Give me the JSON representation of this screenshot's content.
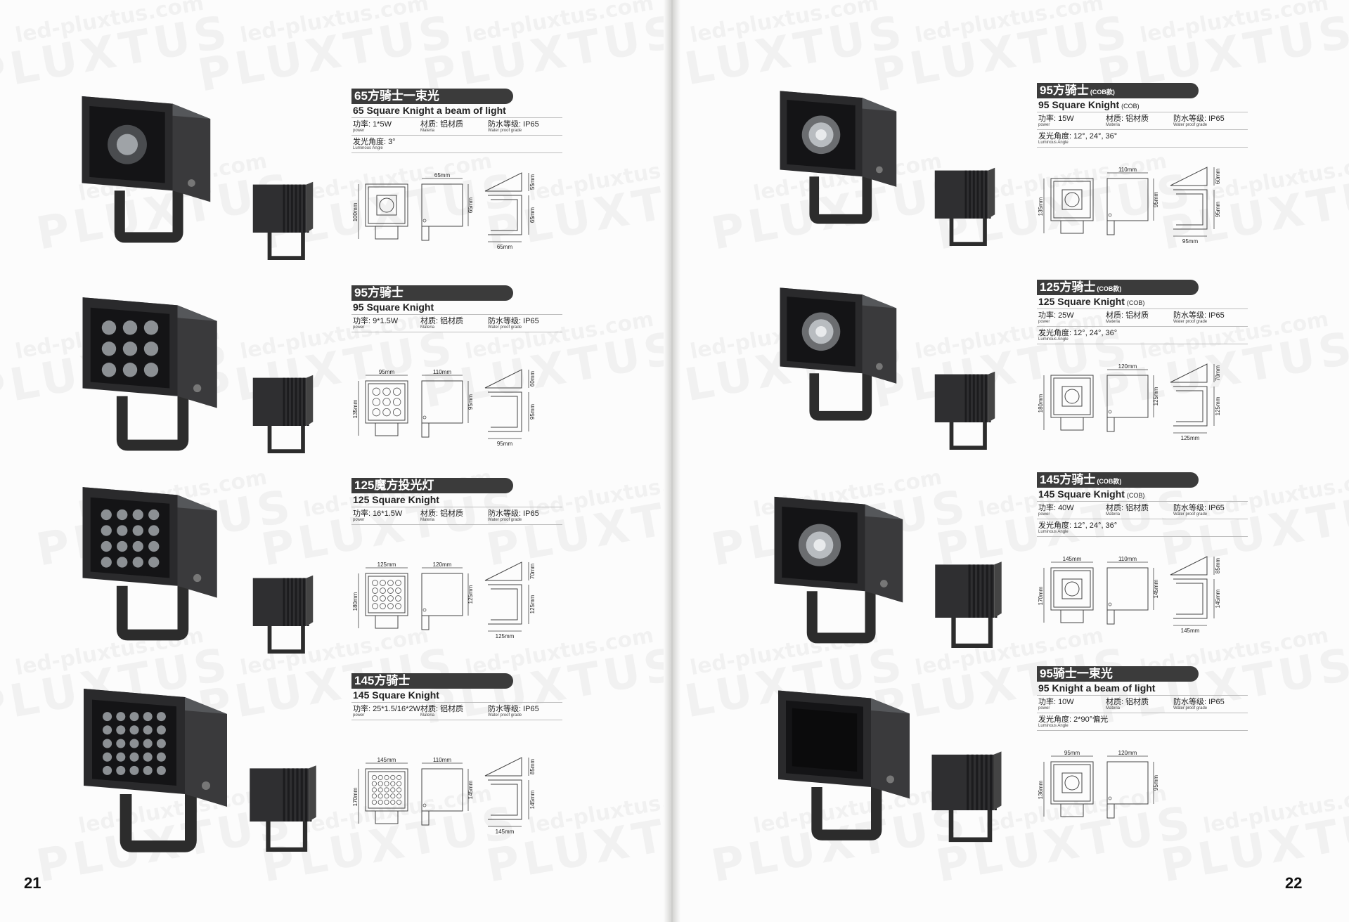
{
  "watermark": {
    "brand": "PLUXTUS",
    "url": "led-pluxtus.com"
  },
  "page_numbers": {
    "left": "21",
    "right": "22"
  },
  "left_products": [
    {
      "title_cn": "65方骑士一束光",
      "title_suffix": "",
      "title_en": "65 Square Knight a beam of light",
      "en_suffix": "",
      "power_label": "功率:",
      "power_value": "1*5W",
      "power_sub": "power",
      "material_label": "材质:",
      "material_value": "铝材质",
      "material_sub": "Materia",
      "ip_label": "防水等级:",
      "ip_value": "IP65",
      "ip_sub": "Water proof grade",
      "angle_label": "发光角度:",
      "angle_value": "3°",
      "angle_sub": "Luminous Angle",
      "dims": {
        "front_w": "",
        "front_h": "100mm",
        "side_w": "65mm",
        "side_h": "65mm",
        "bracket_w": "65mm",
        "bracket_h1": "55mm",
        "bracket_h2": "65mm"
      }
    },
    {
      "title_cn": "95方骑士",
      "title_suffix": "",
      "title_en": "95 Square Knight",
      "en_suffix": "",
      "power_label": "功率:",
      "power_value": "9*1.5W",
      "power_sub": "power",
      "material_label": "材质:",
      "material_value": "铝材质",
      "material_sub": "Materia",
      "ip_label": "防水等级:",
      "ip_value": "IP65",
      "ip_sub": "Water proof grade",
      "angle_label": "",
      "angle_value": "",
      "angle_sub": "",
      "dims": {
        "front_w": "95mm",
        "front_h": "135mm",
        "side_w": "110mm",
        "side_h": "95mm",
        "bracket_w": "95mm",
        "bracket_h1": "60mm",
        "bracket_h2": "95mm"
      }
    },
    {
      "title_cn": "125魔方投光灯",
      "title_suffix": "",
      "title_en": "125 Square Knight",
      "en_suffix": "",
      "power_label": "功率:",
      "power_value": "16*1.5W",
      "power_sub": "power",
      "material_label": "材质:",
      "material_value": "铝材质",
      "material_sub": "Materia",
      "ip_label": "防水等级:",
      "ip_value": "IP65",
      "ip_sub": "Water proof grade",
      "angle_label": "",
      "angle_value": "",
      "angle_sub": "",
      "dims": {
        "front_w": "125mm",
        "front_h": "180mm",
        "side_w": "120mm",
        "side_h": "125mm",
        "bracket_w": "125mm",
        "bracket_h1": "70mm",
        "bracket_h2": "125mm"
      }
    },
    {
      "title_cn": "145方骑士",
      "title_suffix": "",
      "title_en": "145 Square Knight",
      "en_suffix": "",
      "power_label": "功率:",
      "power_value": "25*1.5/16*2W",
      "power_sub": "power",
      "material_label": "材质:",
      "material_value": "铝材质",
      "material_sub": "Materia",
      "ip_label": "防水等级:",
      "ip_value": "IP65",
      "ip_sub": "Water proof grade",
      "angle_label": "",
      "angle_value": "",
      "angle_sub": "",
      "dims": {
        "front_w": "145mm",
        "front_h": "170mm",
        "side_w": "110mm",
        "side_h": "145mm",
        "bracket_w": "145mm",
        "bracket_h1": "85mm",
        "bracket_h2": "145mm"
      }
    }
  ],
  "right_products": [
    {
      "title_cn": "95方骑士",
      "title_suffix": "(COB款)",
      "title_en": "95 Square Knight",
      "en_suffix": "(COB)",
      "power_label": "功率:",
      "power_value": "15W",
      "power_sub": "power",
      "material_label": "材质:",
      "material_value": "铝材质",
      "material_sub": "Materia",
      "ip_label": "防水等级:",
      "ip_value": "IP65",
      "ip_sub": "Water proof grade",
      "angle_label": "发光角度:",
      "angle_value": "12°, 24°, 36°",
      "angle_sub": "Luminous Angle",
      "dims": {
        "front_w": "",
        "front_h": "135mm",
        "side_w": "110mm",
        "side_h": "95mm",
        "bracket_w": "95mm",
        "bracket_h1": "60mm",
        "bracket_h2": "95mm"
      }
    },
    {
      "title_cn": "125方骑士",
      "title_suffix": "(COB款)",
      "title_en": "125 Square Knight",
      "en_suffix": "(COB)",
      "power_label": "功率:",
      "power_value": "25W",
      "power_sub": "power",
      "material_label": "材质:",
      "material_value": "铝材质",
      "material_sub": "Materia",
      "ip_label": "防水等级:",
      "ip_value": "IP65",
      "ip_sub": "Water proof grade",
      "angle_label": "发光角度:",
      "angle_value": "12°, 24°, 36°",
      "angle_sub": "Luminous Angle",
      "dims": {
        "front_w": "",
        "front_h": "180mm",
        "side_w": "120mm",
        "side_h": "125mm",
        "bracket_w": "125mm",
        "bracket_h1": "70mm",
        "bracket_h2": "125mm"
      }
    },
    {
      "title_cn": "145方骑士",
      "title_suffix": "(COB款)",
      "title_en": "145 Square Knight",
      "en_suffix": "(COB)",
      "power_label": "功率:",
      "power_value": "40W",
      "power_sub": "power",
      "material_label": "材质:",
      "material_value": "铝材质",
      "material_sub": "Materia",
      "ip_label": "防水等级:",
      "ip_value": "IP65",
      "ip_sub": "Water proof grade",
      "angle_label": "发光角度:",
      "angle_value": "12°, 24°, 36°",
      "angle_sub": "Luminous Angle",
      "dims": {
        "front_w": "145mm",
        "front_h": "170mm",
        "side_w": "110mm",
        "side_h": "145mm",
        "bracket_w": "145mm",
        "bracket_h1": "85mm",
        "bracket_h2": "145mm"
      }
    },
    {
      "title_cn": "95骑士一束光",
      "title_suffix": "",
      "title_en": "95 Knight a beam of light",
      "en_suffix": "",
      "power_label": "功率:",
      "power_value": "10W",
      "power_sub": "power",
      "material_label": "材质:",
      "material_value": "铝材质",
      "material_sub": "Materia",
      "ip_label": "防水等级:",
      "ip_value": "IP65",
      "ip_sub": "Water proof grade",
      "angle_label": "发光角度:",
      "angle_value": "2*90°偏光",
      "angle_sub": "Luminous Angle",
      "dims": {
        "front_w": "95mm",
        "front_h": "136mm",
        "side_w": "120mm",
        "side_h": "95mm",
        "bracket_w": "",
        "bracket_h1": "",
        "bracket_h2": ""
      }
    }
  ]
}
